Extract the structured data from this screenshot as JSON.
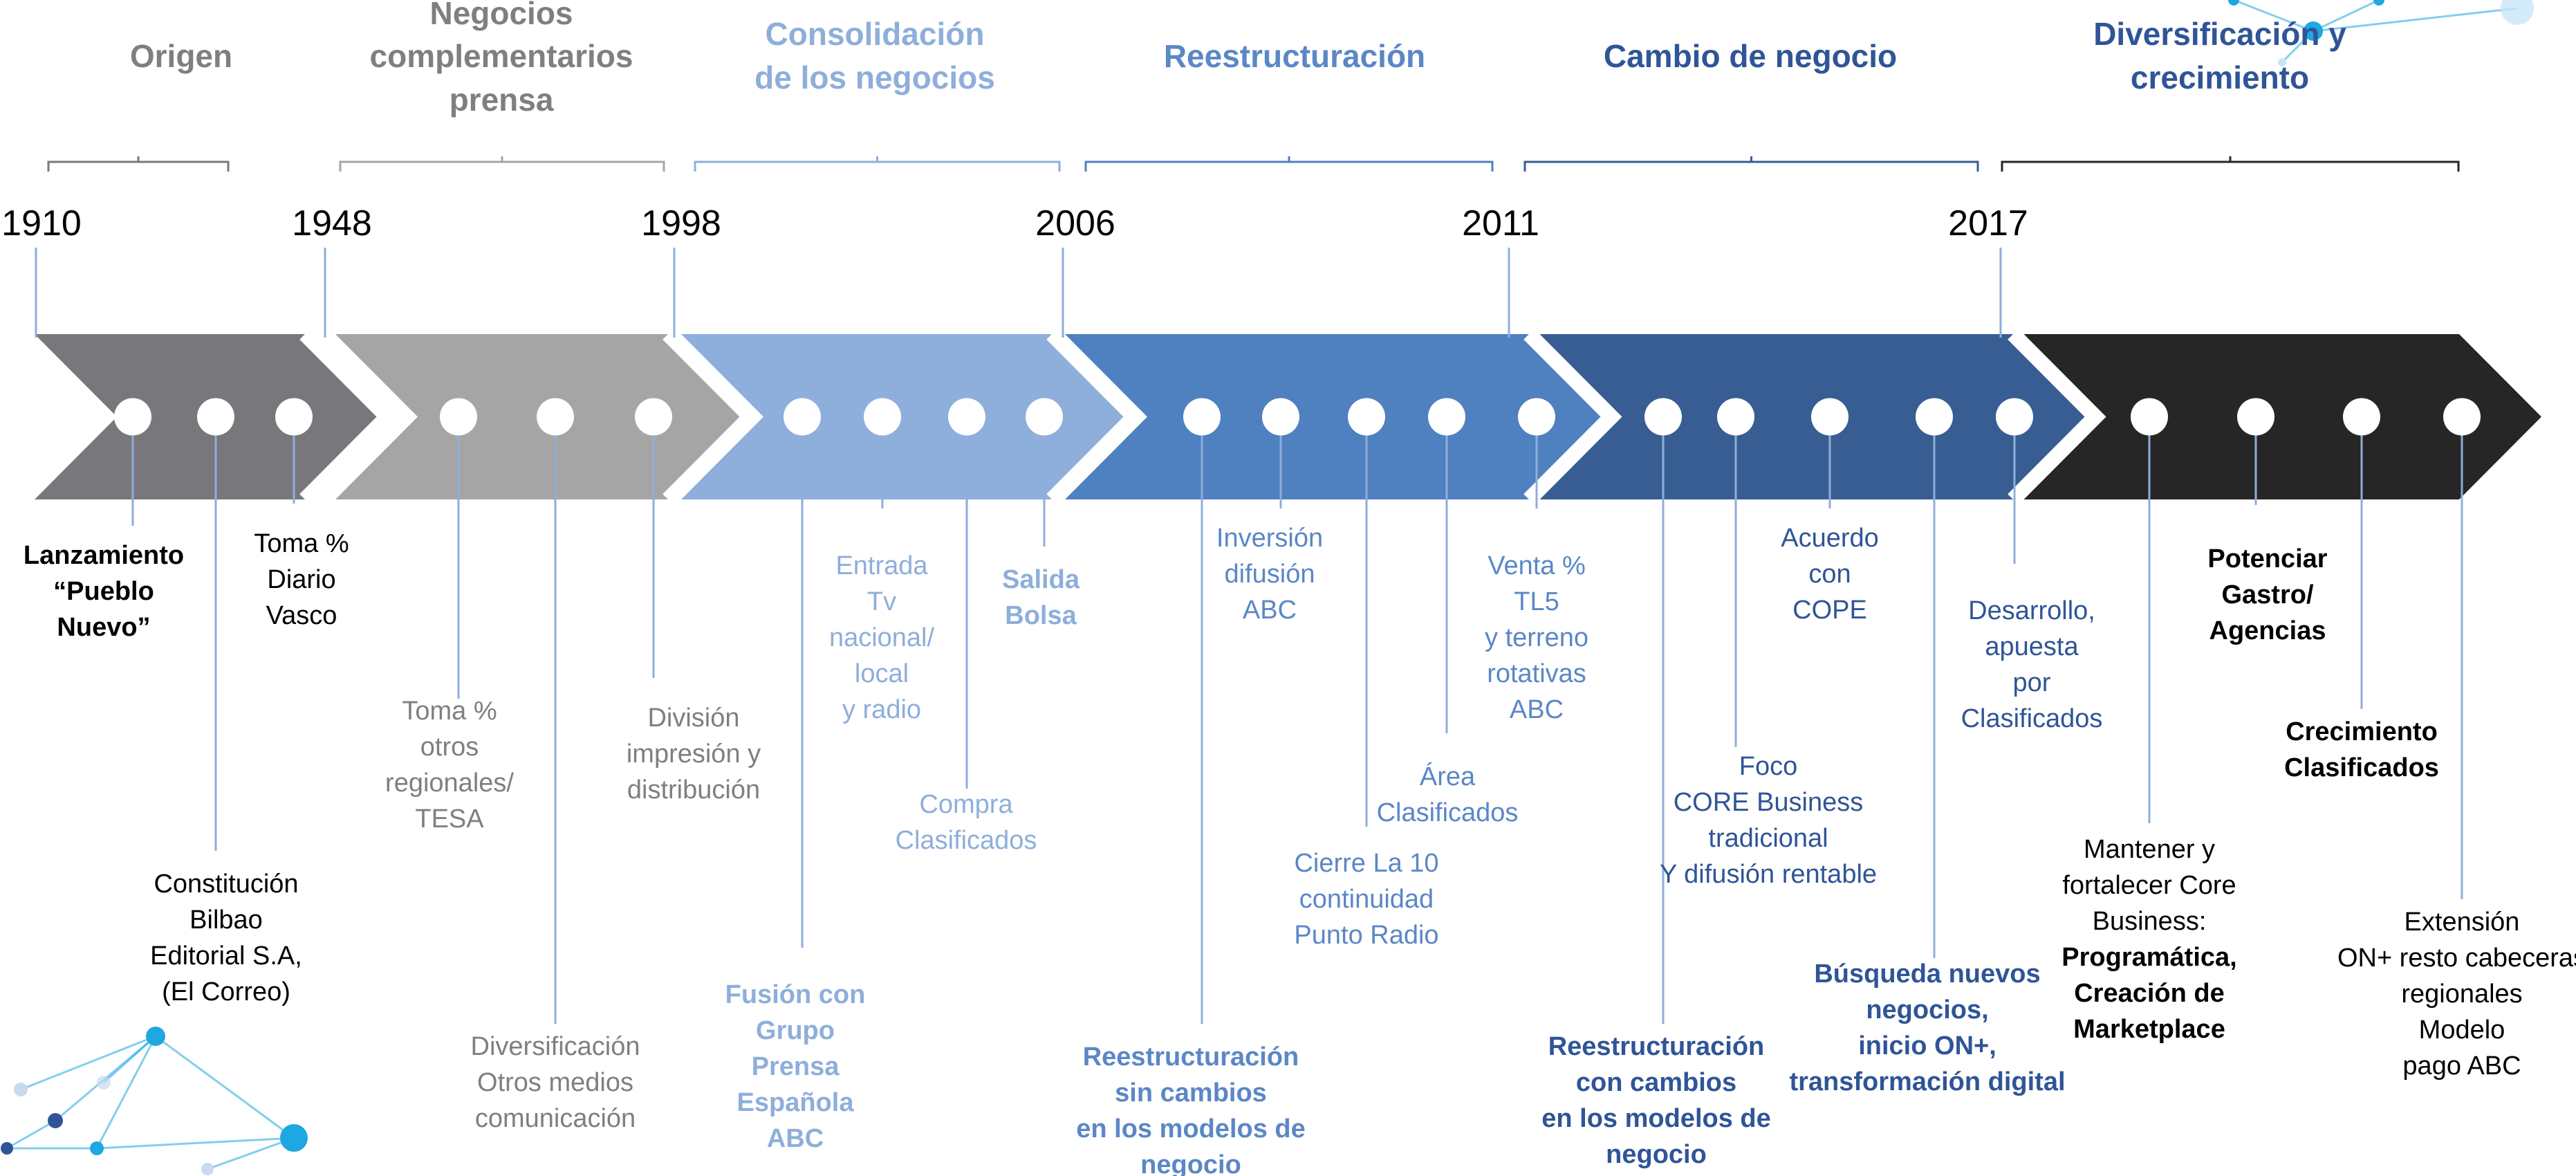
{
  "colors": {
    "grey_dark": "#78777c",
    "grey_light": "#a5a5a5",
    "blue_pale": "#8eaedb",
    "blue_mid": "#4f80c0",
    "blue_dark": "#385d93",
    "black": "#262626",
    "grey_text": "#7f7f7f",
    "blue_text_pale": "#8eaedb",
    "blue_text_mid": "#5b87c6",
    "blue_text_dark": "#2f5597",
    "accent_cyan": "#1ea7e1"
  },
  "years": [
    "1910",
    "1948",
    "1998",
    "2006",
    "2011",
    "2017"
  ],
  "phases": [
    {
      "title": [
        "Origen"
      ],
      "color_key": "grey_dark",
      "text_key": "grey_text"
    },
    {
      "title": [
        "Negocios",
        "complementarios",
        "prensa"
      ],
      "color_key": "grey_light",
      "text_key": "grey_text"
    },
    {
      "title": [
        "Consolidación",
        "de los negocios"
      ],
      "color_key": "blue_pale",
      "text_key": "blue_text_pale"
    },
    {
      "title": [
        "Reestructuración"
      ],
      "color_key": "blue_mid",
      "text_key": "blue_text_mid"
    },
    {
      "title": [
        "Cambio de negocio"
      ],
      "color_key": "blue_dark",
      "text_key": "blue_text_dark"
    },
    {
      "title": [
        "Diversificación y",
        "crecimiento"
      ],
      "color_key": "black",
      "text_key": "blue_text_dark"
    }
  ],
  "milestones": [
    {
      "lines": [
        "Lanzamiento",
        "“Pueblo",
        "Nuevo”"
      ],
      "bold": true,
      "color": "#000000"
    },
    {
      "lines": [
        "Constitución",
        "Bilbao",
        "Editorial S.A,",
        "(El Correo)"
      ],
      "bold": false,
      "color": "#000000"
    },
    {
      "lines": [
        "Toma %",
        "Diario",
        "Vasco"
      ],
      "bold": false,
      "color": "#000000"
    },
    {
      "lines": [
        "Toma %",
        "otros",
        "regionales/",
        "TESA"
      ],
      "bold": false,
      "color": "#7f7f7f"
    },
    {
      "lines": [
        "Diversificación",
        "Otros medios",
        "comunicación"
      ],
      "bold": false,
      "color": "#7f7f7f"
    },
    {
      "lines": [
        "División",
        "impresión y",
        "distribución"
      ],
      "bold": false,
      "color": "#7f7f7f"
    },
    {
      "lines": [
        "Fusión con",
        "Grupo",
        "Prensa",
        "Española",
        "ABC"
      ],
      "bold": true,
      "color": "#8eaedb"
    },
    {
      "lines": [
        "Entrada",
        "Tv",
        "nacional/",
        "local",
        "y radio"
      ],
      "bold": false,
      "color": "#8eaedb"
    },
    {
      "lines": [
        "Compra",
        "Clasificados"
      ],
      "bold": false,
      "color": "#8eaedb"
    },
    {
      "lines": [
        "Salida",
        "Bolsa"
      ],
      "bold": true,
      "color": "#8eaedb"
    },
    {
      "lines": [
        "Reestructuración",
        "sin cambios",
        "en los modelos de",
        "negocio"
      ],
      "bold": true,
      "color": "#5b87c6"
    },
    {
      "lines": [
        "Inversión",
        "difusión",
        "ABC"
      ],
      "bold": false,
      "color": "#5b87c6"
    },
    {
      "lines": [
        "Cierre La 10",
        "continuidad",
        "Punto Radio"
      ],
      "bold": false,
      "color": "#5b87c6"
    },
    {
      "lines": [
        "Área",
        "Clasificados"
      ],
      "bold": false,
      "color": "#5b87c6"
    },
    {
      "lines": [
        "Venta %",
        "TL5",
        "y terreno",
        "rotativas",
        "ABC"
      ],
      "bold": false,
      "color": "#5b87c6"
    },
    {
      "lines": [
        "Reestructuración",
        "con cambios",
        "en los modelos de",
        "negocio"
      ],
      "bold": true,
      "color": "#2f5597"
    },
    {
      "lines": [
        "Foco",
        "CORE Business",
        "tradicional",
        "Y difusión rentable"
      ],
      "bold": false,
      "color": "#2f5597"
    },
    {
      "lines": [
        "Acuerdo",
        "con",
        "COPE"
      ],
      "bold": false,
      "color": "#2f5597"
    },
    {
      "lines": [
        "Búsqueda  nuevos",
        "negocios,",
        "inicio ON+,",
        "transformación digital"
      ],
      "bold": true,
      "color": "#2f5597"
    },
    {
      "lines": [
        "Desarrollo,",
        "apuesta",
        "por",
        "Clasificados"
      ],
      "bold": false,
      "color": "#2f5597"
    },
    {
      "lines": [
        "Mantener y",
        "fortalecer Core",
        "Business:"
      ],
      "bold": false,
      "color": "#000000",
      "bold_lines": [
        "Programática,",
        "Creación de",
        "Marketplace"
      ]
    },
    {
      "lines": [
        "Potenciar",
        "Gastro/",
        "Agencias"
      ],
      "bold": true,
      "color": "#000000"
    },
    {
      "lines": [
        "Crecimiento",
        "Clasificados"
      ],
      "bold": true,
      "color": "#000000"
    },
    {
      "lines": [
        "Extensión",
        "ON+ resto  cabeceras",
        "regionales",
        "Modelo",
        "pago ABC"
      ],
      "bold": false,
      "color": "#000000"
    }
  ]
}
